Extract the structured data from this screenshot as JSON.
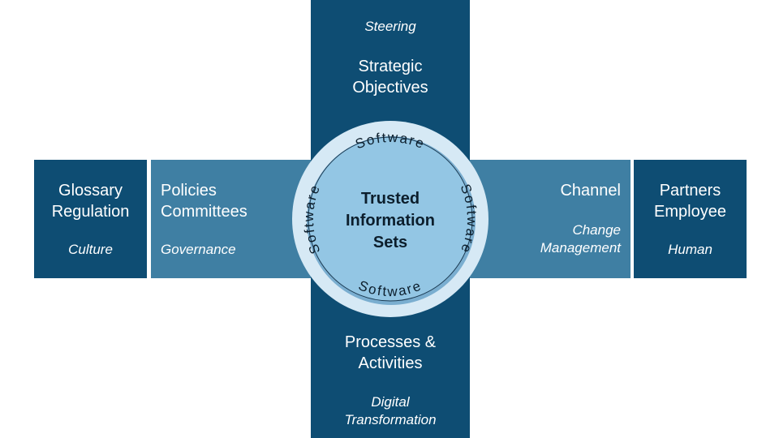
{
  "top": {
    "aspect": "Steering",
    "title": "Strategic\nObjectives"
  },
  "bottom": {
    "title": "Processes &\nActivities",
    "aspect": "Digital\nTransformation"
  },
  "left_outer": {
    "title": "Glossary\nRegulation",
    "aspect": "Culture"
  },
  "left_inner": {
    "title": "Policies\nCommittees",
    "aspect": "Governance"
  },
  "right_inner": {
    "title": "Channel",
    "aspect": "Change\nManagement"
  },
  "right_outer": {
    "title": "Partners\nEmployee",
    "aspect": "Human"
  },
  "center": {
    "title": "Trusted\nInformation\nSets"
  },
  "ring_labels": {
    "top": "Software",
    "right": "Software",
    "bottom": "Software",
    "left": "Software"
  },
  "colors": {
    "dark": "#0e4d73",
    "mid": "#3f7fa3",
    "ring": "#d6e9f5",
    "core": "#93c6e4",
    "text_dark": "#0c1e2c"
  }
}
